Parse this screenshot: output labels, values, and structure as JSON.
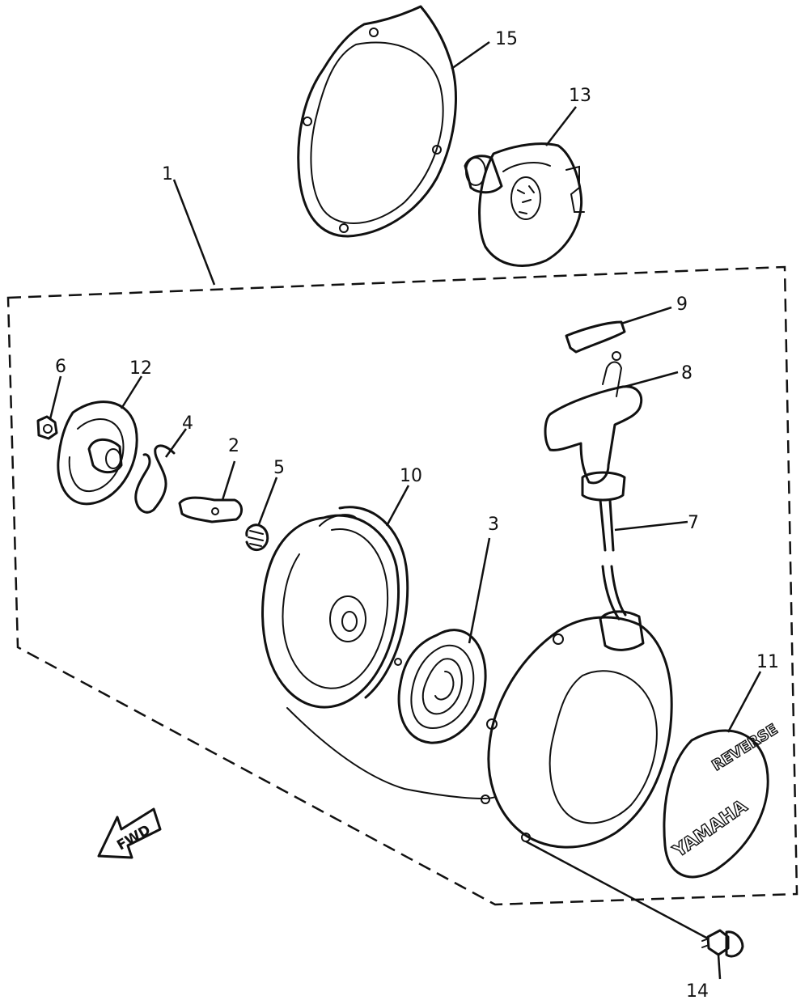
{
  "callouts": {
    "c1": "1",
    "c2": "2",
    "c3": "3",
    "c4": "4",
    "c5": "5",
    "c6": "6",
    "c7": "7",
    "c8": "8",
    "c9": "9",
    "c10": "10",
    "c11": "11",
    "c12": "12",
    "c13": "13",
    "c14": "14",
    "c15": "15"
  },
  "emblem": {
    "top": "REVERSE",
    "bottom": "YAMAHA"
  },
  "direction_arrow": {
    "label": "FWD"
  },
  "colors": {
    "ink": "#111111",
    "paper": "#ffffff"
  }
}
